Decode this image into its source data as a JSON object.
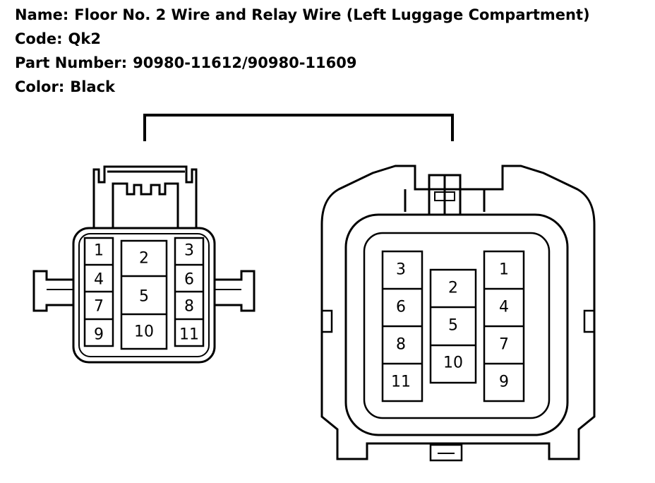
{
  "header": {
    "name_label": "Name:",
    "name_value": "Floor No. 2 Wire and Relay Wire (Left Luggage Compartment)",
    "code_label": "Code:",
    "code_value": "Qk2",
    "part_label": "Part Number:",
    "part_value": "90980-11612/90980-11609",
    "color_label": "Color:",
    "color_value": "Black"
  },
  "left_connector": {
    "pins": [
      "1",
      "2",
      "3",
      "4",
      "5",
      "6",
      "7",
      "8",
      "9",
      "10",
      "11"
    ]
  },
  "right_connector": {
    "pins": [
      "1",
      "2",
      "3",
      "4",
      "5",
      "6",
      "7",
      "8",
      "9",
      "10",
      "11"
    ]
  }
}
